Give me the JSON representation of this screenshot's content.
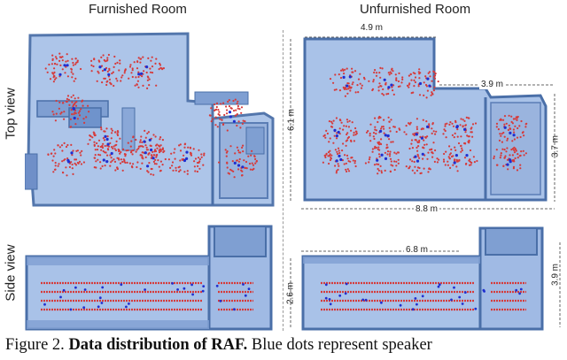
{
  "columns": {
    "furnished": "Furnished Room",
    "unfurnished": "Unfurnished Room"
  },
  "rows": {
    "top": "Top view",
    "side": "Side view"
  },
  "dimensions": {
    "top_width": "4.9 m",
    "top_right_width": "3.9 m",
    "top_height": "6.1 m",
    "top_right_height": "3.7 m",
    "top_total_width": "8.8 m",
    "side_width": "6.8 m",
    "side_height": "2.6 m",
    "side_right_height": "3.9 m"
  },
  "caption": {
    "prefix": "Figure 2. ",
    "bold": "Data distribution of RAF.",
    "rest": " Blue dots represent speaker"
  },
  "colors": {
    "room_fill": "#a9c2e8",
    "room_edge": "#4a6fa8",
    "listener_dots": "#d63a3a",
    "speaker_dots": "#1f2fd0"
  }
}
